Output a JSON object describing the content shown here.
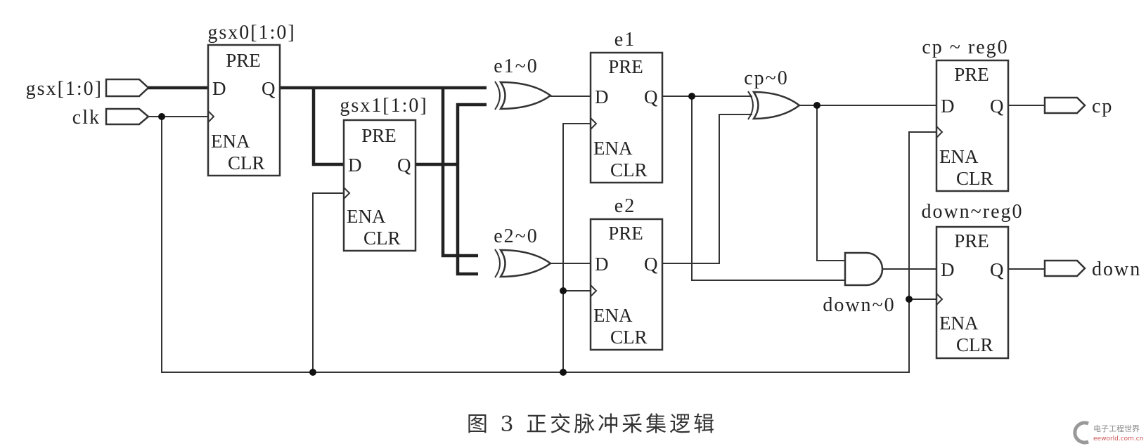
{
  "ports": {
    "inputs": [
      {
        "label": "gsx[1:0]"
      },
      {
        "label": "clk"
      }
    ],
    "outputs": [
      {
        "label": "cp"
      },
      {
        "label": "down"
      }
    ]
  },
  "flipflop_pins": {
    "pre": "PRE",
    "d": "D",
    "q": "Q",
    "ena": "ENA",
    "clr": "CLR"
  },
  "flipflops": [
    {
      "name": "gsx0[1:0]"
    },
    {
      "name": "gsx1[1:0]"
    },
    {
      "name": "e1"
    },
    {
      "name": "e2"
    },
    {
      "name": "cp ~ reg0"
    },
    {
      "name": "down~reg0"
    }
  ],
  "gates": [
    {
      "name": "e1~0",
      "type": "xor"
    },
    {
      "name": "e2~0",
      "type": "xor"
    },
    {
      "name": "cp~0",
      "type": "xor"
    },
    {
      "name": "down~0",
      "type": "and"
    }
  ],
  "caption": "图 3  正交脉冲采集逻辑",
  "watermark": {
    "line1": "电子工程世界",
    "line2": "eeworld.com.cn"
  }
}
